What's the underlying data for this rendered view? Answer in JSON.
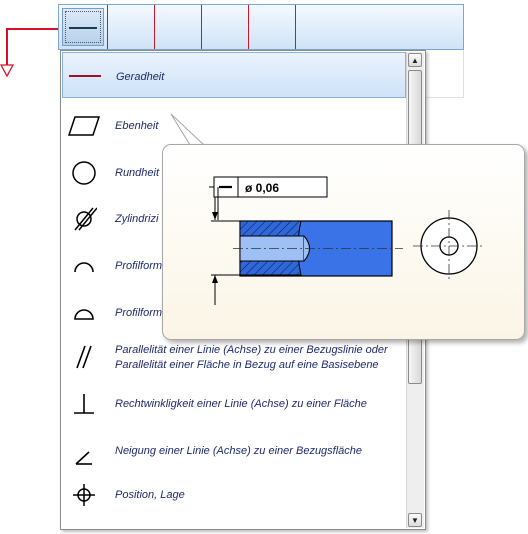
{
  "list": {
    "items": [
      {
        "label": "Geradheit",
        "icon": "straightness-icon",
        "selected": true
      },
      {
        "label": "Ebenheit",
        "icon": "flatness-icon"
      },
      {
        "label": "Rundheit",
        "icon": "circularity-icon"
      },
      {
        "label": "Zylindrizi",
        "icon": "cylindricity-icon"
      },
      {
        "label": "Profilform",
        "icon": "line-profile-icon"
      },
      {
        "label": "Profilform",
        "icon": "surface-profile-icon"
      },
      {
        "label": "Parallelität einer Linie (Achse) zu einer Bezugslinie oder",
        "label2": "Parallelität einer Fläche in Bezug auf eine Basisebene",
        "icon": "parallelism-icon"
      },
      {
        "label": "Rechtwinkligkeit einer Linie (Achse) zu einer Fläche",
        "icon": "perpendicularity-icon"
      },
      {
        "label": "Neigung einer Linie (Achse) zu einer Bezugsfläche",
        "icon": "angularity-icon"
      },
      {
        "label": "Position, Lage",
        "icon": "position-icon"
      }
    ]
  },
  "tooltip": {
    "tolerance_value": "ø 0,06",
    "symbol": "—"
  },
  "colors": {
    "accent_red": "#d1122a",
    "selection_blue": "#cfe2f8",
    "label_text": "#1d2a6b",
    "part_fill": "#3a73e8"
  }
}
